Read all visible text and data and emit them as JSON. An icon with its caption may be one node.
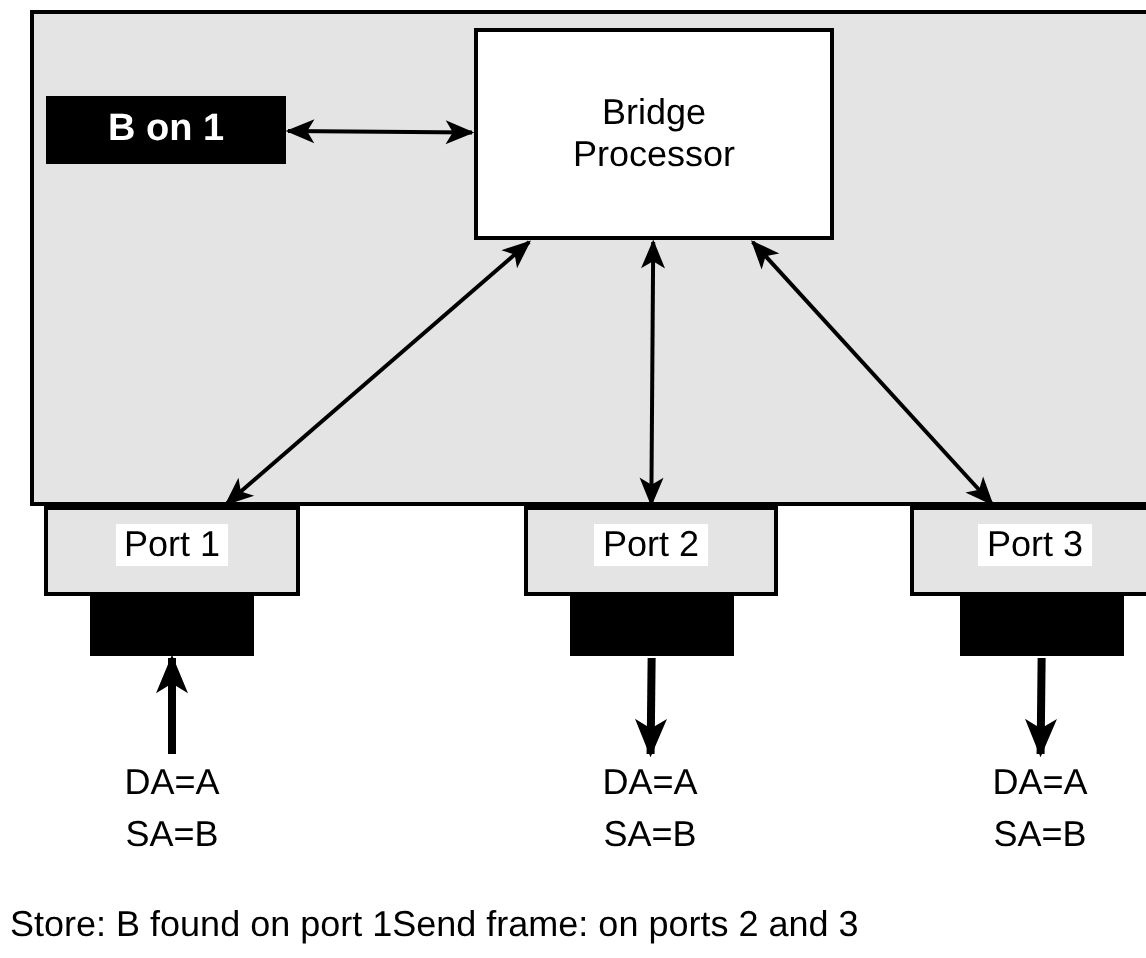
{
  "diagram": {
    "caption": "Store: B found on port 1Send frame: on ports 2 and 3",
    "nodes": [
      {
        "text": [],
        "shape": "box"
      },
      {
        "text": [
          "B on 1"
        ],
        "in": 0
      },
      {
        "text": [
          "Bridge Processor"
        ],
        "in": 0
      },
      {
        "text": [
          "Port 1"
        ]
      },
      {
        "text": [
          "Port 2"
        ]
      },
      {
        "text": [
          "Port 3"
        ]
      },
      {
        "text": [],
        "shape": "bar"
      },
      {
        "text": [],
        "shape": "bar"
      },
      {
        "text": [],
        "shape": "bar"
      },
      {
        "text": [
          "DA=A SA=B"
        ]
      },
      {
        "text": [
          "DA=A SA=B"
        ]
      },
      {
        "text": [
          "DA=A SA=B"
        ]
      }
    ],
    "edges": [
      {
        "from": 1,
        "to": 2,
        "arrow": "both"
      },
      {
        "from": 2,
        "to": 3,
        "arrow": "both"
      },
      {
        "from": 2,
        "to": 4,
        "arrow": "both"
      },
      {
        "from": 2,
        "to": 5,
        "arrow": "both"
      },
      {
        "from": 9,
        "to": 6,
        "arrow": "to",
        "style": "thick"
      },
      {
        "from": 7,
        "to": 10,
        "arrow": "to",
        "style": "thick"
      },
      {
        "from": 8,
        "to": 11,
        "arrow": "to",
        "style": "thick"
      }
    ]
  }
}
